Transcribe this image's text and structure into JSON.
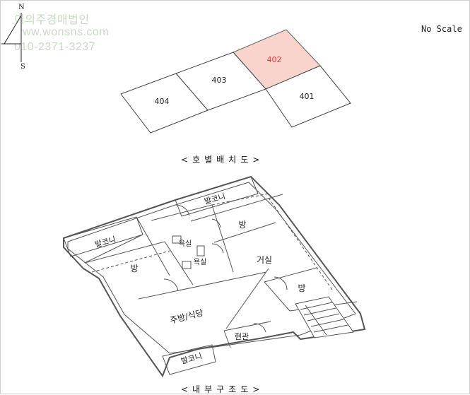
{
  "watermark": {
    "company": "이의주경매법인",
    "website": "www.wonsns.com",
    "phone": "010-2371-3237"
  },
  "compass": {
    "north": "N",
    "south": "S"
  },
  "scale_note": "No Scale",
  "unit_layout": {
    "caption": "<호별배치도>",
    "highlight_color": "#f8d4cc",
    "units": [
      {
        "id": "402",
        "highlighted": true
      },
      {
        "id": "403",
        "highlighted": false
      },
      {
        "id": "404",
        "highlighted": false
      },
      {
        "id": "401",
        "highlighted": false
      }
    ]
  },
  "floor_plan": {
    "caption": "<내부구조도>",
    "rooms": {
      "balcony_top": "발코니",
      "balcony_left": "발코니",
      "balcony_bottom": "발코니",
      "bedroom_top": "방",
      "bedroom_left": "방",
      "bedroom_right": "방",
      "bathroom_1": "욕실",
      "bathroom_2": "욕실",
      "living_room": "거실",
      "kitchen_dining": "주방/식당",
      "entrance": "현관"
    }
  }
}
